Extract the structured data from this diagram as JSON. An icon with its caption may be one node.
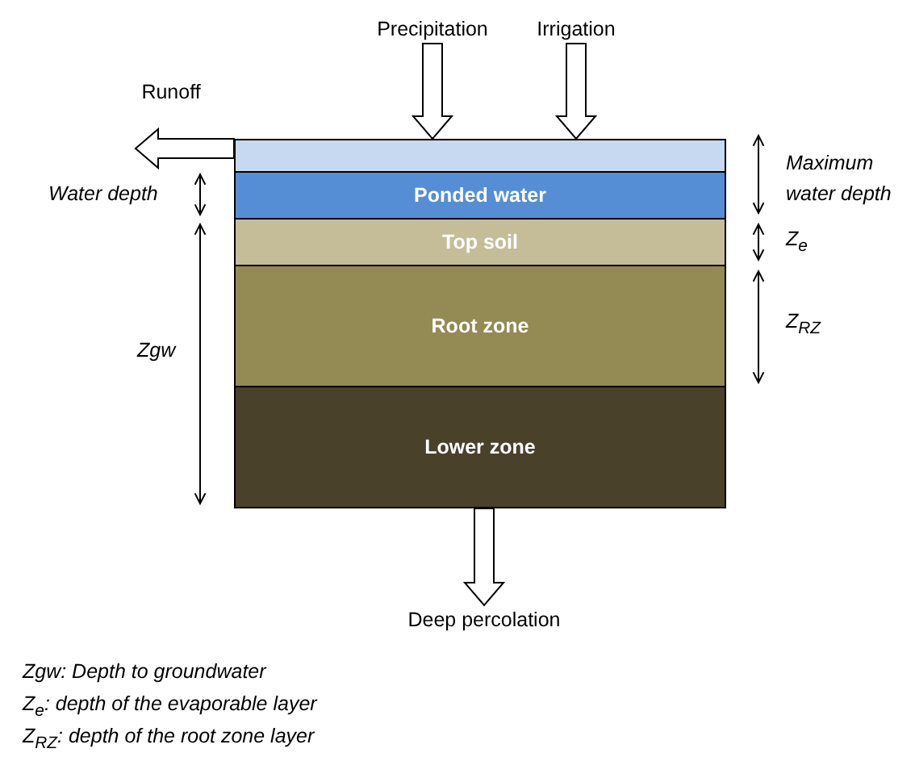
{
  "diagram": {
    "nodes": [
      {
        "text": [],
        "shape": "box"
      },
      {
        "text": [
          "Ponded water"
        ]
      },
      {
        "text": [
          "Top soil"
        ]
      },
      {
        "text": [
          "Root zone"
        ]
      },
      {
        "text": [
          "Lower zone"
        ]
      },
      {
        "text": [
          "Precipitation"
        ]
      },
      {
        "text": [
          "Irrigation"
        ]
      },
      {
        "text": [
          "Runoff"
        ]
      },
      {
        "text": [
          "Deep percolation"
        ]
      }
    ],
    "edges": [
      {
        "from": 5,
        "to": 0,
        "arrow": "to"
      },
      {
        "from": 6,
        "to": 0,
        "arrow": "to"
      },
      {
        "from": 0,
        "to": 7,
        "arrow": "to"
      },
      {
        "from": 4,
        "to": 8,
        "arrow": "to"
      }
    ],
    "labels": [
      "Maximum water depth",
      "Water depth",
      "Z$_{e}$",
      "Z$_{RZ}$",
      "Zgw",
      "Zgw: Depth to groundwater",
      "Z$_{e}$: depth of the evaporable layer",
      "Z$_{RZ}$: depth of the root zone layer"
    ]
  }
}
